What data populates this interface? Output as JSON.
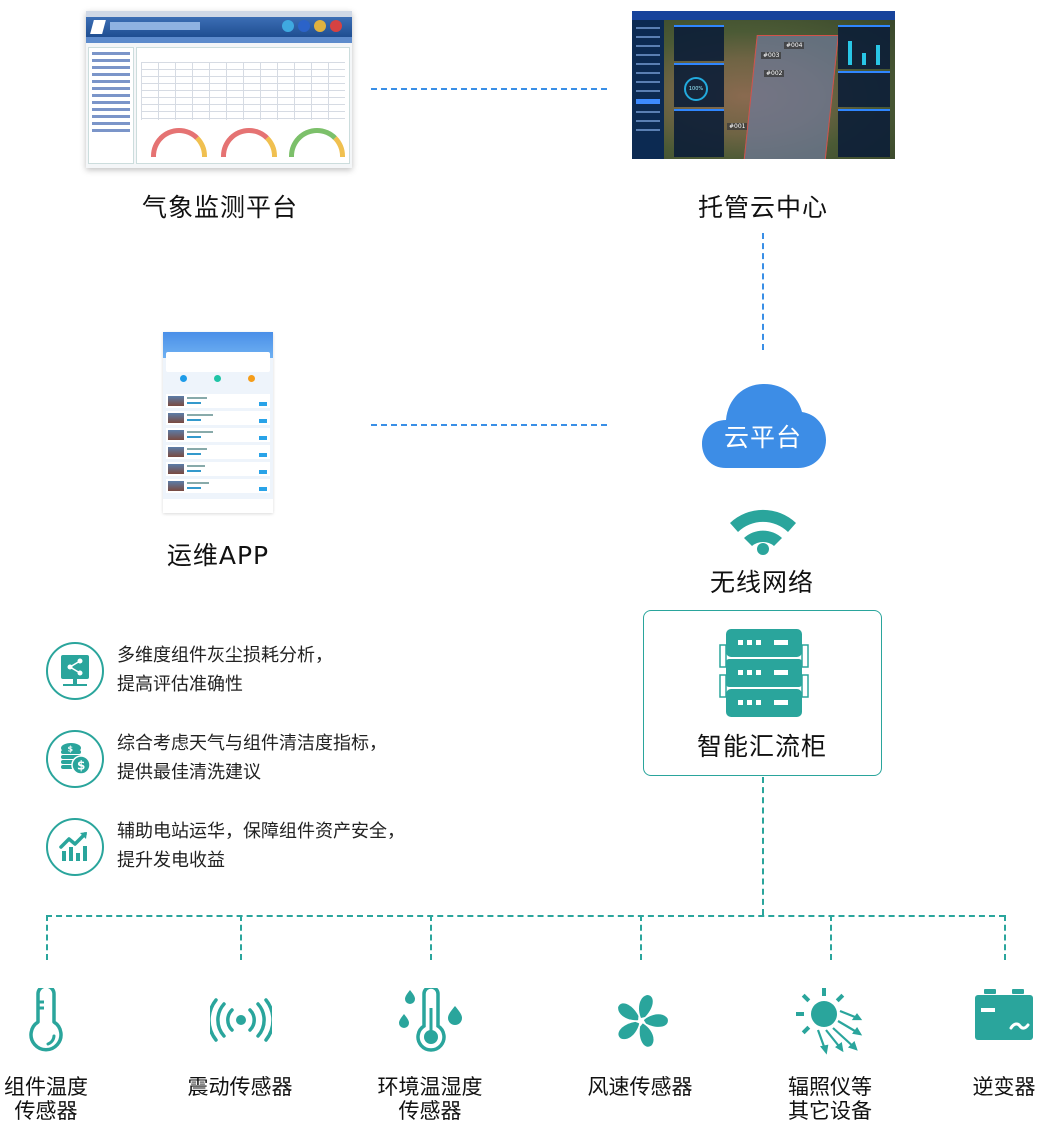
{
  "colors": {
    "teal": "#2aa59c",
    "blue_line": "#3a8fe6",
    "cloud": "#3d8de6"
  },
  "top_nodes": {
    "weather_platform": {
      "label": "气象监测平台"
    },
    "cloud_center": {
      "label": "托管云中心",
      "map_tags": [
        "#004",
        "#003",
        "#002",
        "#001"
      ],
      "ring_value": "100%"
    },
    "ops_app": {
      "label": "运维APP"
    }
  },
  "cloud_platform": {
    "label": "云平台",
    "icon": "cloud-icon"
  },
  "wireless": {
    "label": "无线网络",
    "icon": "wifi-icon"
  },
  "combiner_box": {
    "label": "智能汇流柜",
    "icon": "server-rack-icon"
  },
  "features": [
    {
      "icon": "monitor-share-icon",
      "line1": "多维度组件灰尘损耗分析，",
      "line2": "提高评估准确性"
    },
    {
      "icon": "coins-dollar-icon",
      "line1": "综合考虑天气与组件清洁度指标，",
      "line2": "提供最佳清洗建议"
    },
    {
      "icon": "trend-chart-icon",
      "line1": "辅助电站运华，保障组件资产安全，",
      "line2": "提升发电收益"
    }
  ],
  "devices": [
    {
      "icon": "thermometer-icon",
      "line1": "组件温度",
      "line2": "传感器"
    },
    {
      "icon": "vibration-icon",
      "line1": "震动传感器",
      "line2": ""
    },
    {
      "icon": "temp-humidity-icon",
      "line1": "环境温湿度",
      "line2": "传感器"
    },
    {
      "icon": "fan-icon",
      "line1": "风速传感器",
      "line2": ""
    },
    {
      "icon": "sun-radiation-icon",
      "line1": "辐照仪等",
      "line2": "其它设备"
    },
    {
      "icon": "inverter-battery-icon",
      "line1": "逆变器",
      "line2": ""
    }
  ]
}
